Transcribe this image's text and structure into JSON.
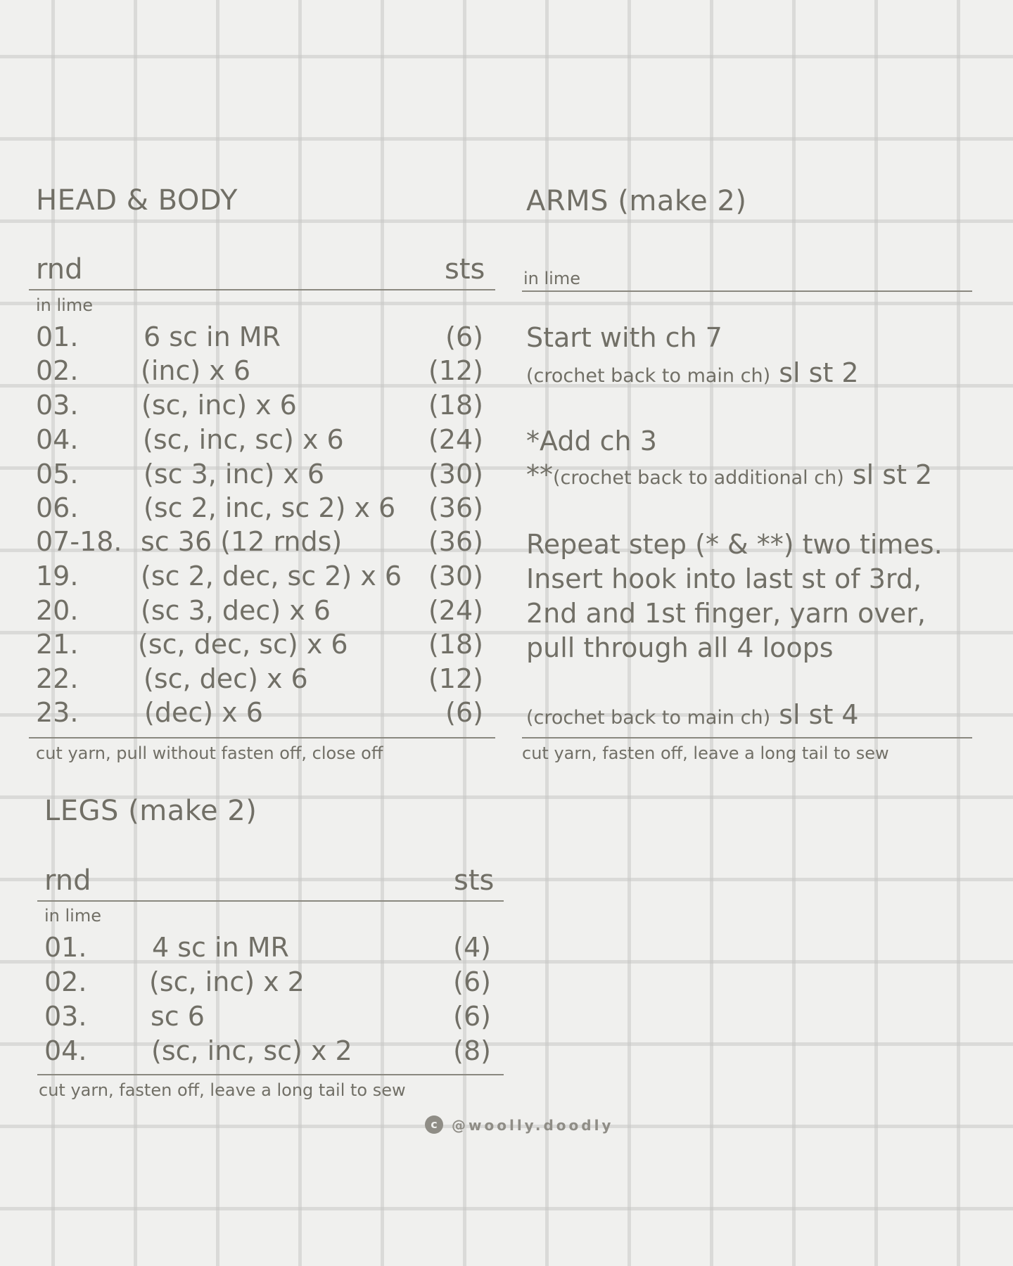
{
  "head_body": {
    "title": "HEAD & BODY",
    "col_rnd": "rnd",
    "col_sts": "sts",
    "color_note": "in lime",
    "rows": [
      {
        "rnd": "01.",
        "step": "6 sc in MR",
        "sts": "(6)"
      },
      {
        "rnd": "02.",
        "step": "(inc) x 6",
        "sts": "(12)"
      },
      {
        "rnd": "03.",
        "step": "(sc, inc) x 6",
        "sts": "(18)"
      },
      {
        "rnd": "04.",
        "step": "(sc, inc, sc) x 6",
        "sts": "(24)"
      },
      {
        "rnd": "05.",
        "step": "(sc 3, inc) x 6",
        "sts": "(30)"
      },
      {
        "rnd": "06.",
        "step": "(sc 2, inc, sc 2) x 6",
        "sts": "(36)"
      },
      {
        "rnd": "07-18.",
        "step": "sc 36 (12 rnds)",
        "sts": "(36)"
      },
      {
        "rnd": "19.",
        "step": "(sc 2, dec, sc 2) x 6",
        "sts": "(30)"
      },
      {
        "rnd": "20.",
        "step": "(sc 3, dec) x 6",
        "sts": "(24)"
      },
      {
        "rnd": "21.",
        "step": "(sc, dec, sc) x 6",
        "sts": "(18)"
      },
      {
        "rnd": "22.",
        "step": "(sc, dec) x 6",
        "sts": "(12)"
      },
      {
        "rnd": "23.",
        "step": "(dec) x 6",
        "sts": "(6)"
      }
    ],
    "footer": "cut yarn, pull without fasten off, close off"
  },
  "arms": {
    "title": "ARMS (make 2)",
    "color_note": "in lime",
    "line1": "Start with ch 7",
    "line2_small": "(crochet back to main ch)",
    "line2_big": "sl st 2",
    "line3": "*Add ch 3",
    "line4_prefix": "**",
    "line4_small": "(crochet back to additional ch)",
    "line4_big": "sl st 2",
    "para": [
      "Repeat step (* & **) two times.",
      "Insert hook into last st of 3rd,",
      "2nd and 1st finger, yarn over,",
      "pull through all 4 loops"
    ],
    "last_small": "(crochet back to main ch)",
    "last_big": "sl st 4",
    "footer": "cut yarn, fasten off, leave a long tail to sew"
  },
  "legs": {
    "title": "LEGS (make 2)",
    "col_rnd": "rnd",
    "col_sts": "sts",
    "color_note": "in lime",
    "rows": [
      {
        "rnd": "01.",
        "step": "4 sc in MR",
        "sts": "(4)"
      },
      {
        "rnd": "02.",
        "step": "(sc, inc) x 2",
        "sts": "(6)"
      },
      {
        "rnd": "03.",
        "step": "sc 6",
        "sts": "(6)"
      },
      {
        "rnd": "04.",
        "step": "(sc, inc, sc) x 2",
        "sts": "(8)"
      }
    ],
    "footer": "cut yarn, fasten off, leave a long tail to sew"
  },
  "watermark": {
    "symbol": "c",
    "handle": "@woolly.doodly"
  }
}
